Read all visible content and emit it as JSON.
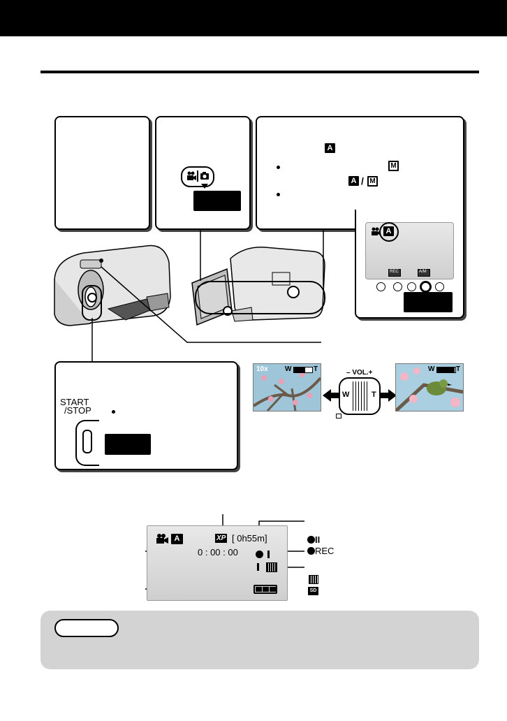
{
  "rec_screen": {
    "quality_badge": "XP",
    "remaining_time": "[ 0h55m]",
    "counter": "0 : 00 : 00",
    "mode_icon": "video-camera-icon",
    "auto_icon": "A"
  },
  "zoom": {
    "zoom_label": "10x",
    "wide_label": "W",
    "tele_label": "T",
    "lever_label": "– VOL.+",
    "lever_w": "W",
    "lever_t": "T"
  },
  "mode_panel": {
    "auto_icon": "A",
    "manual_icon": "M",
    "slash": "/",
    "lcd_rec_btn": "REC",
    "lcd_am_btn": "A/M"
  },
  "start_stop": {
    "line1": "START",
    "line2": "/STOP"
  },
  "legend": {
    "pause_label": "II",
    "rec_label": "REC",
    "sd_label": "SD"
  },
  "colors": {
    "topbar": "#000000",
    "note_bg": "#d3d3d3",
    "sky": "#9fc6d8",
    "blossom": "#e9a0b4"
  }
}
